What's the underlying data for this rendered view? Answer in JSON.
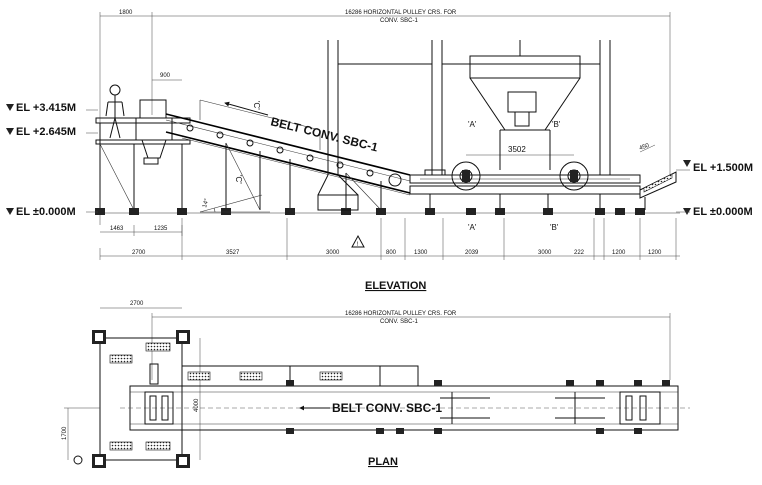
{
  "elevation": {
    "title": "ELEVATION",
    "top_dims": {
      "left": "1800",
      "main_line1": "16286 HORIZONTAL PULLEY CRS. FOR",
      "main_line2": "CONV. SBC-1",
      "hopper_gap": "900"
    },
    "levels": [
      {
        "text": "EL +3.415M"
      },
      {
        "text": "EL +2.645M"
      },
      {
        "text": "EL ±0.000M"
      },
      {
        "text": "EL +1.500M"
      },
      {
        "text": "EL ±0.000M"
      }
    ],
    "belt_label": "BELT CONV. SBC-1",
    "section_marks": {
      "c_upper": "'C'",
      "c_lower": "'C'",
      "a_top": "'A'",
      "b_top": "'B'",
      "a_bottom": "'A'",
      "b_bottom": "'B'"
    },
    "angle": "14°",
    "hopper_width": "3502",
    "incline_dim": "450",
    "dims_row1": [
      "1463",
      "1235"
    ],
    "dims_row2": [
      "2700",
      "3527",
      "3000",
      "800",
      "1300",
      "2039",
      "3000",
      "222",
      "1200",
      "1200"
    ],
    "warning_symbol": "!"
  },
  "plan": {
    "title": "PLAN",
    "width_dim": "2700",
    "main_line1": "16286 HORIZONTAL PULLEY CRS. FOR",
    "main_line2": "CONV. SBC-1",
    "belt_label": "BELT CONV. SBC-1",
    "vertical_dim": "4000",
    "left_dim": "1700"
  }
}
